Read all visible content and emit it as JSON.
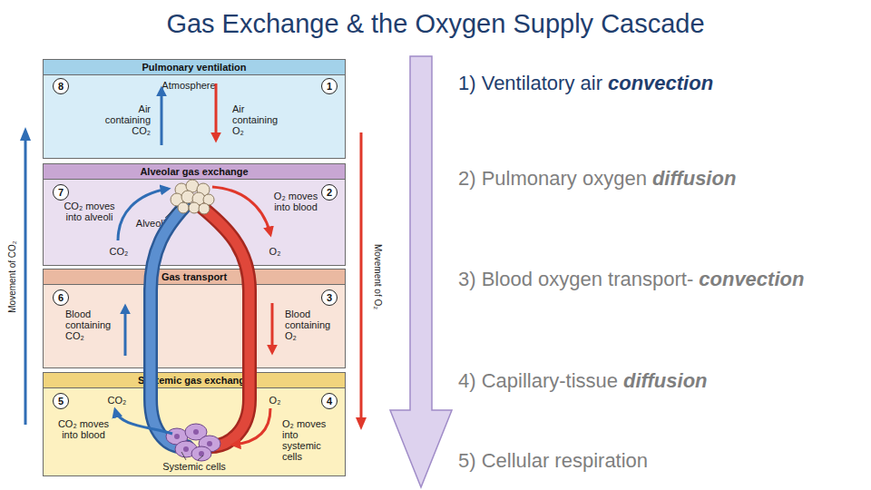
{
  "diagram": {
    "title": "Gas Exchange & the Oxygen Supply Cascade",
    "nodes": [
      {
        "text": [
          "Pulmonary ventilation",
          "Atmosphere",
          "Air containing CO₂",
          "Air containing O₂"
        ]
      },
      {
        "text": [
          "8"
        ],
        "in": 0
      },
      {
        "text": [
          "1"
        ],
        "in": 0
      },
      {
        "text": [
          "Alveolar gas exchange",
          "CO₂ moves into alveoli",
          "Alveoli",
          "CO₂",
          "O₂ moves into blood",
          "O₂"
        ]
      },
      {
        "text": [
          "7"
        ],
        "in": 3
      },
      {
        "text": [
          "2"
        ],
        "in": 3
      },
      {
        "text": [
          "Gas transport",
          "Blood containing CO₂",
          "Blood containing O₂"
        ]
      },
      {
        "text": [
          "6"
        ],
        "in": 6
      },
      {
        "text": [
          "3"
        ],
        "in": 6
      },
      {
        "text": [
          "Systemic gas exchange",
          "CO₂",
          "O₂",
          "CO₂ moves into blood",
          "O₂ moves into systemic cells",
          "Systemic cells"
        ]
      },
      {
        "text": [
          "5"
        ],
        "in": 9
      },
      {
        "text": [
          "4"
        ],
        "in": 9
      }
    ],
    "labels": [
      "Movement of CO₂",
      "Movement of O₂",
      "1) Ventilatory air",
      "convection",
      "2) Pulmonary oxygen",
      "diffusion",
      "3) Blood oxygen transport-",
      "convection",
      "4) Capillary-tissue",
      "diffusion",
      "5) Cellular respiration"
    ]
  }
}
